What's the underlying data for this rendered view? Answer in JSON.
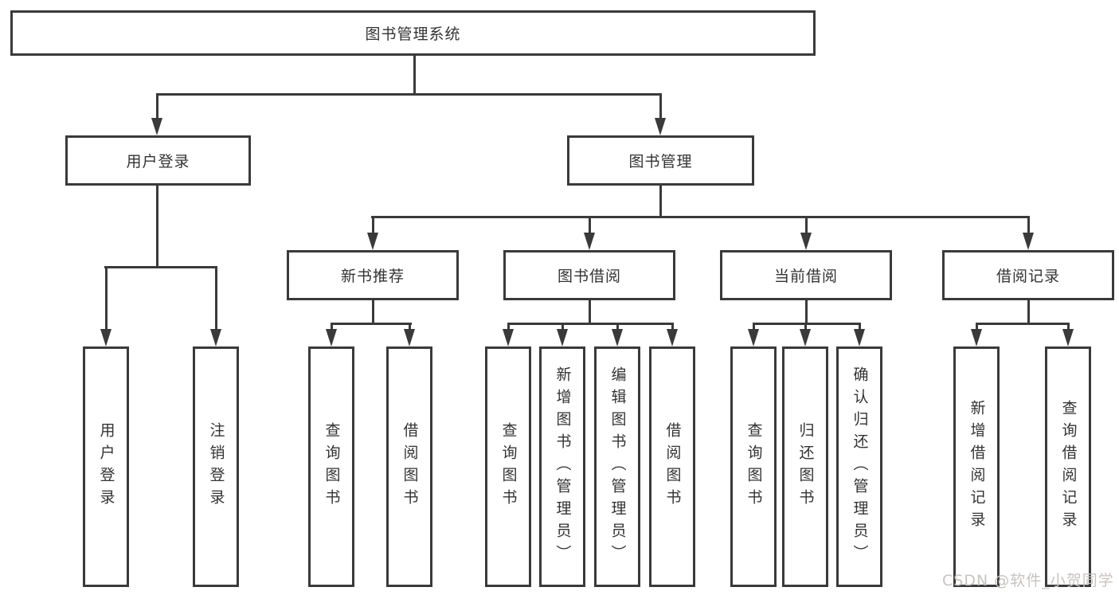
{
  "diagram_title": "图书管理系统",
  "nodes": {
    "root": "图书管理系统",
    "user_login": "用户登录",
    "book_mgmt": "图书管理",
    "new_book_rec": "新书推荐",
    "book_borrow": "图书借阅",
    "current_borrow": "当前借阅",
    "borrow_record": "借阅记录",
    "leaf_user_login": "用户登录",
    "leaf_logout": "注销登录",
    "leaf_query_books_newrec": "查询图书",
    "leaf_borrow_books_newrec": "借阅图书",
    "leaf_query_books_borrow": "查询图书",
    "leaf_add_books_admin": "新增图书（管理员）",
    "leaf_edit_books_admin": "编辑图书（管理员）",
    "leaf_borrow_books_borrow": "借阅图书",
    "leaf_query_books_current": "查询图书",
    "leaf_return_books": "归还图书",
    "leaf_confirm_return_admin": "确认归还（管理员）",
    "leaf_add_borrow_record": "新增借阅记录",
    "leaf_query_borrow_record": "查询借阅记录"
  },
  "hierarchy": {
    "root": [
      "user_login",
      "book_mgmt"
    ],
    "user_login": [
      "leaf_user_login",
      "leaf_logout"
    ],
    "book_mgmt": [
      "new_book_rec",
      "book_borrow",
      "current_borrow",
      "borrow_record"
    ],
    "new_book_rec": [
      "leaf_query_books_newrec",
      "leaf_borrow_books_newrec"
    ],
    "book_borrow": [
      "leaf_query_books_borrow",
      "leaf_add_books_admin",
      "leaf_edit_books_admin",
      "leaf_borrow_books_borrow"
    ],
    "current_borrow": [
      "leaf_query_books_current",
      "leaf_return_books",
      "leaf_confirm_return_admin"
    ],
    "borrow_record": [
      "leaf_add_borrow_record",
      "leaf_query_borrow_record"
    ]
  },
  "watermark": {
    "text": "CSDN @软件_小贺同学"
  },
  "colors": {
    "line": "#3a3a3a",
    "text": "#333333",
    "watermark": "#c8c3c0",
    "background": "#ffffff"
  }
}
